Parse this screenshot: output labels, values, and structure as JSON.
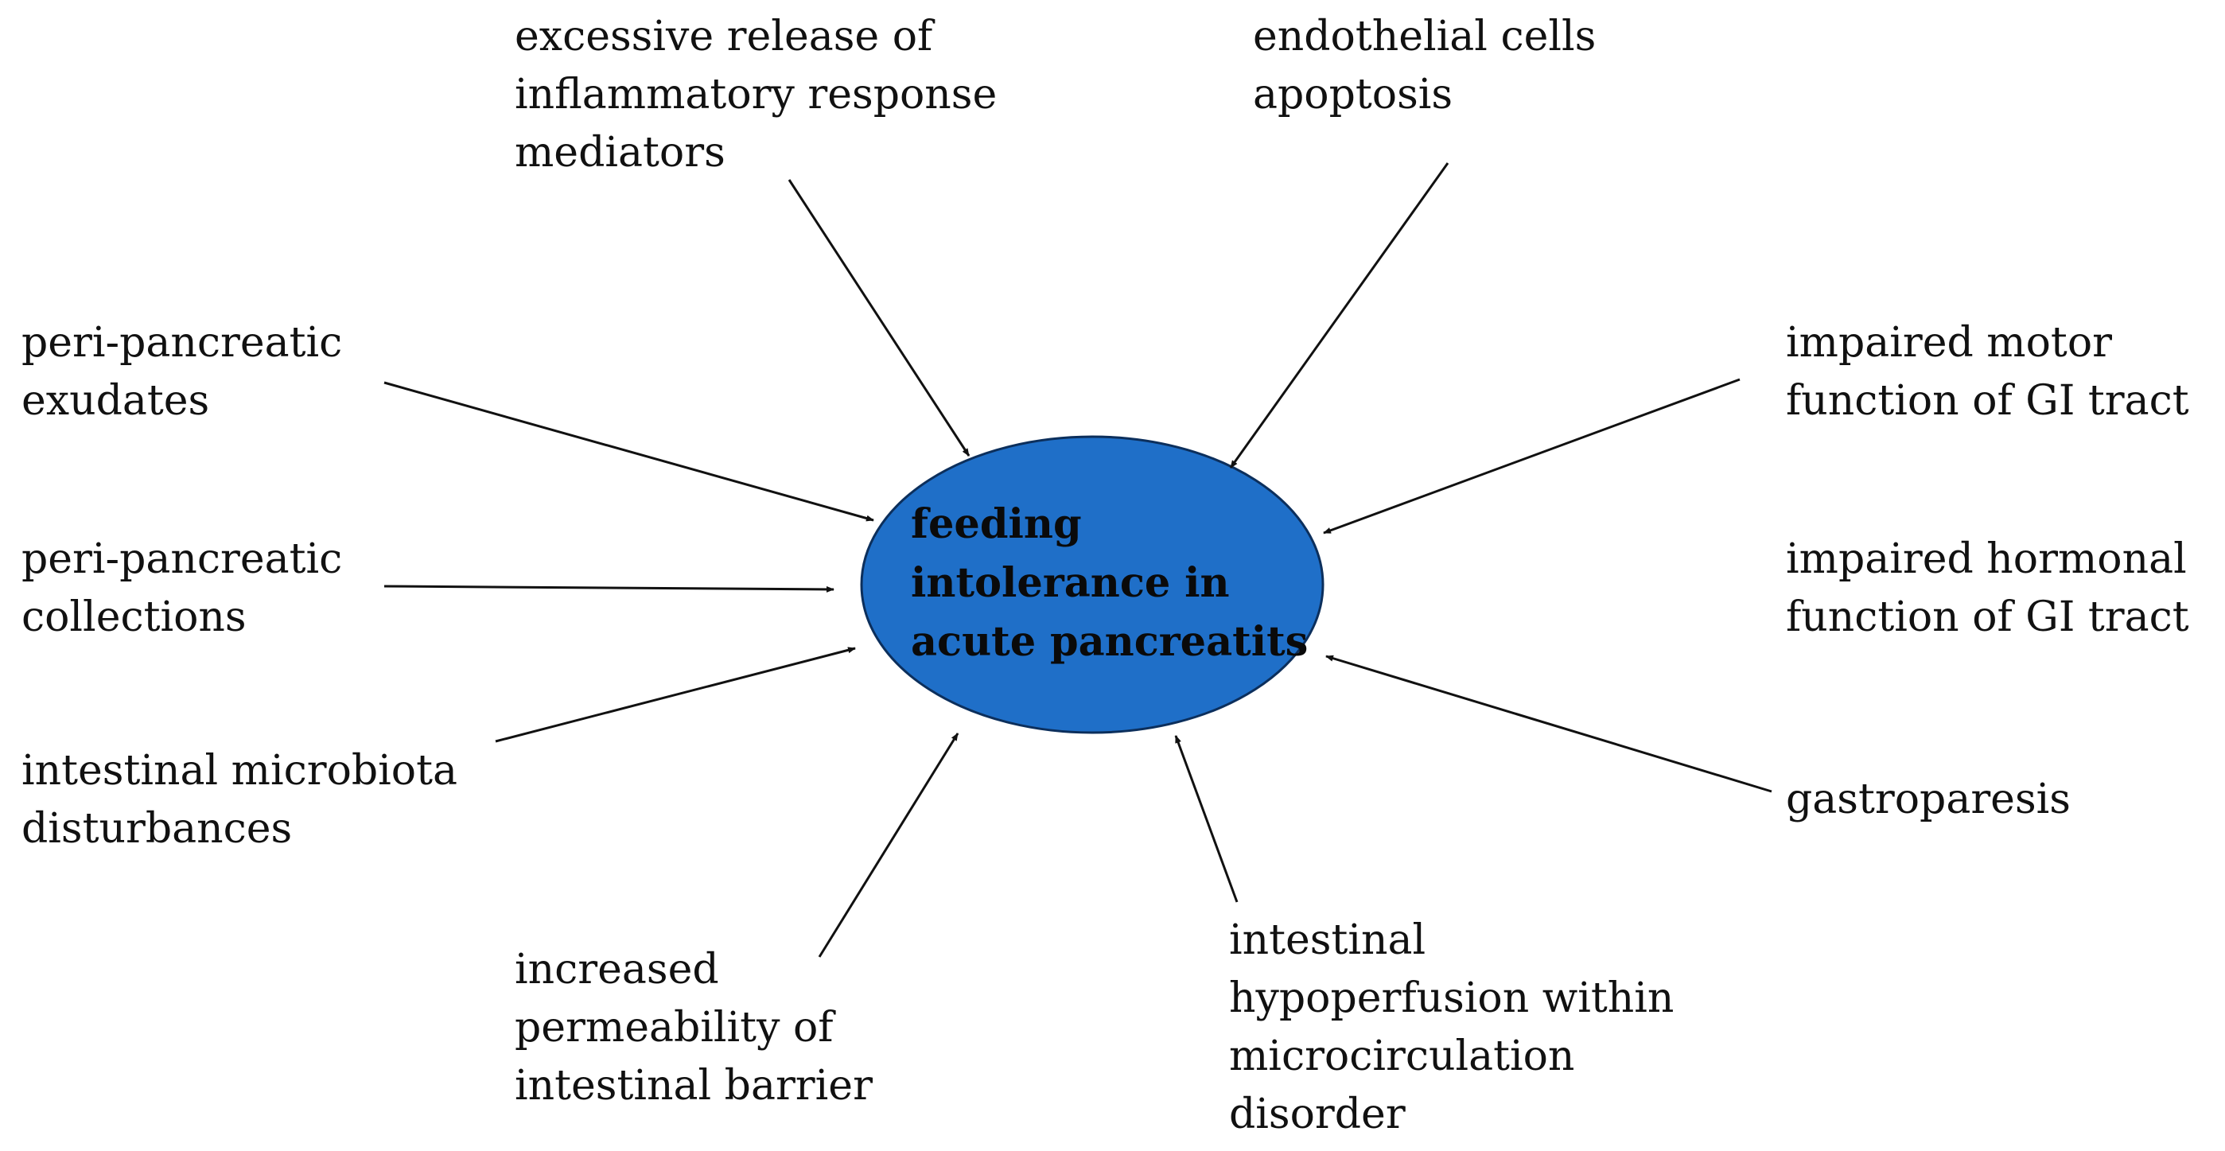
{
  "diagram": {
    "center": {
      "lines": [
        "feeding",
        "intolerance in",
        "acute pancreatits"
      ],
      "fill_color": "#1f6fc8",
      "stroke_color": "#0c2f5c"
    },
    "factors": {
      "top_left": {
        "lines": [
          "excessive release of",
          "inflammatory response",
          "mediators"
        ]
      },
      "top_right": {
        "lines": [
          "endothelial cells",
          "apoptosis"
        ]
      },
      "left_1": {
        "lines": [
          "peri-pancreatic",
          "exudates"
        ]
      },
      "left_2": {
        "lines": [
          "peri-pancreatic",
          "collections"
        ]
      },
      "left_3": {
        "lines": [
          "intestinal microbiota",
          "disturbances"
        ]
      },
      "right_1": {
        "lines": [
          "impaired motor",
          "function of GI tract"
        ]
      },
      "right_2": {
        "lines": [
          "impaired hormonal",
          "function of GI tract"
        ]
      },
      "right_3": {
        "lines": [
          "gastroparesis"
        ]
      },
      "bottom_left": {
        "lines": [
          "increased",
          "permeability of",
          "intestinal barrier"
        ]
      },
      "bottom_right": {
        "lines": [
          "intestinal",
          "hypoperfusion within",
          "microcirculation",
          "disorder"
        ]
      }
    },
    "arrow_color": "#111111"
  }
}
